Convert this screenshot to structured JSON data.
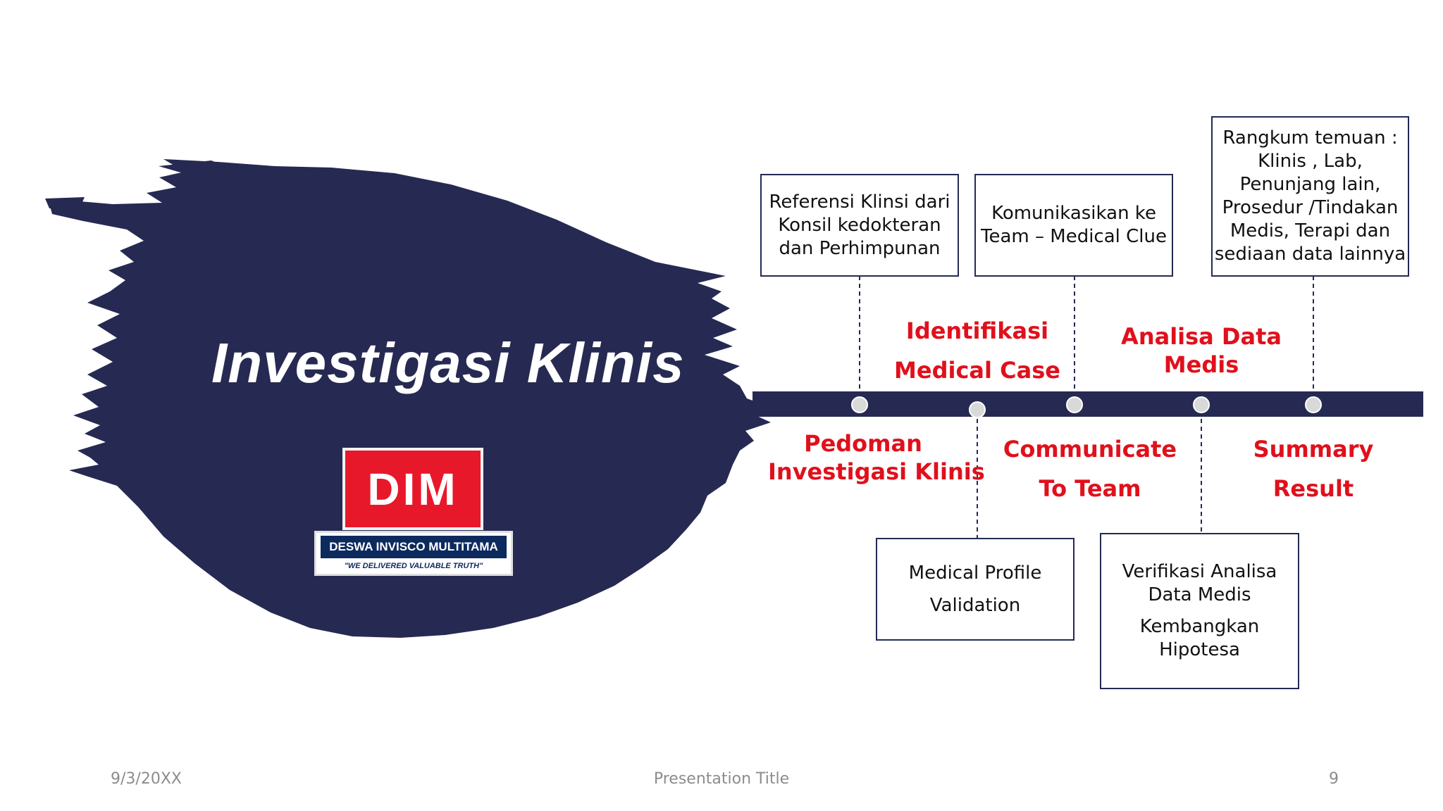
{
  "slide": {
    "title": "Investigasi Klinis",
    "logo": {
      "mark": "DIM",
      "company": "DESWA INVISCO MULTITAMA",
      "tagline": "\"WE DELIVERED VALUABLE TRUTH\""
    },
    "timeline": {
      "steps": [
        {
          "label": [
            "Pedoman",
            "Investigasi Klinis"
          ],
          "note": [
            "Referensi Klinsi dari",
            "Konsil kedokteran",
            "dan Perhimpunan"
          ]
        },
        {
          "label": [
            "Identifikasi",
            "Medical Case"
          ],
          "note": [
            "Medical Profile",
            "Validation"
          ]
        },
        {
          "label": [
            "Communicate",
            "To Team"
          ],
          "note": [
            "Komunikasikan ke",
            "Team – Medical Clue"
          ]
        },
        {
          "label": [
            "Analisa Data",
            "Medis"
          ],
          "note": [
            "Verifikasi Analisa",
            "Data Medis",
            "Kembangkan",
            "Hipotesa"
          ]
        },
        {
          "label": [
            "Summary",
            "Result"
          ],
          "note": [
            "Rangkum temuan :",
            "Klinis , Lab,",
            "Penunjang lain,",
            "Prosedur /Tindakan",
            "Medis, Terapi dan",
            "sediaan data lainnya"
          ]
        }
      ]
    },
    "footer": {
      "date": "9/3/20XX",
      "presentation_title": "Presentation Title",
      "page_number": "9"
    }
  },
  "colors": {
    "brush": "#262a52",
    "accent_text": "#e0101c",
    "box_border": "#232a54",
    "logo_red": "#e8182b",
    "logo_navy": "#0d2a5e"
  }
}
